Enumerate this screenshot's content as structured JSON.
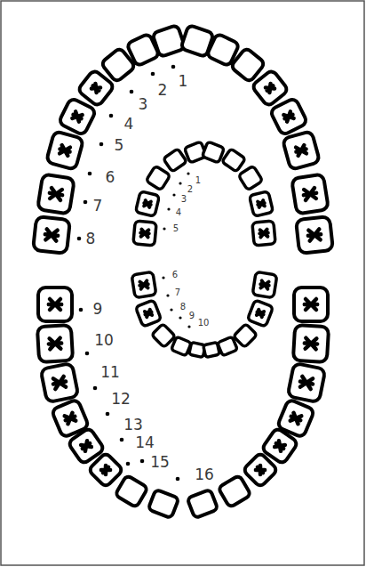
{
  "diagram": {
    "labels": [
      "1",
      "2",
      "3",
      "4",
      "5",
      "6",
      "7",
      "8",
      "9",
      "10",
      "11",
      "12",
      "13",
      "14",
      "15",
      "16",
      "1",
      "2",
      "3",
      "4",
      "5",
      "6",
      "7",
      "8",
      "9",
      "10"
    ]
  }
}
